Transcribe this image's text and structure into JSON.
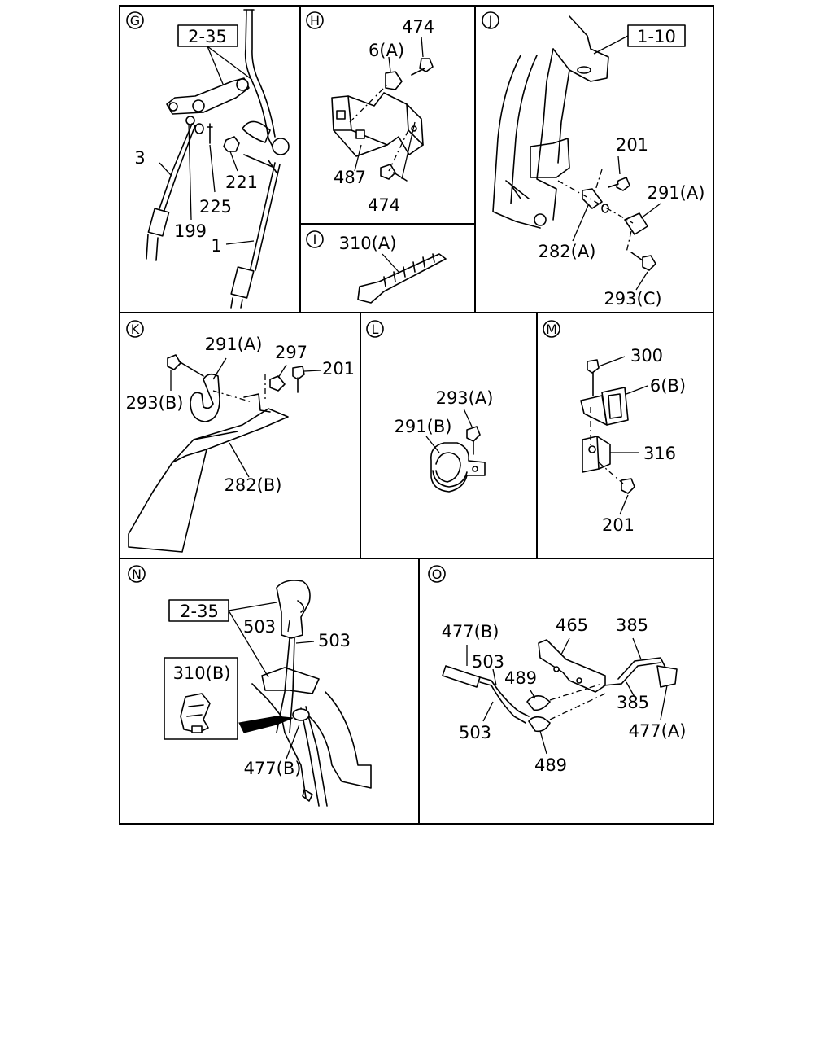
{
  "panels": {
    "G": {
      "letter": "G",
      "ref": "2-35",
      "labels": {
        "l3": "3",
        "l199": "199",
        "l225": "225",
        "l221": "221",
        "l1": "1"
      }
    },
    "H": {
      "letter": "H",
      "labels": {
        "l474a": "474",
        "l6a": "6(A)",
        "l487": "487",
        "l474b": "474"
      }
    },
    "I": {
      "letter": "I",
      "labels": {
        "l310a": "310(A)"
      }
    },
    "J": {
      "letter": "J",
      "ref": "1-10",
      "labels": {
        "l201": "201",
        "l291a": "291(A)",
        "l282a": "282(A)",
        "l293c": "293(C)"
      }
    },
    "K": {
      "letter": "K",
      "labels": {
        "l291a": "291(A)",
        "l297": "297",
        "l201": "201",
        "l293b": "293(B)",
        "l282b": "282(B)"
      }
    },
    "L": {
      "letter": "L",
      "labels": {
        "l293a": "293(A)",
        "l291b": "291(B)"
      }
    },
    "M": {
      "letter": "M",
      "labels": {
        "l300": "300",
        "l6b": "6(B)",
        "l316": "316",
        "l201": "201"
      }
    },
    "N": {
      "letter": "N",
      "ref": "2-35",
      "inset": "310(B)",
      "labels": {
        "l503a": "503",
        "l503b": "503",
        "l477b": "477(B)"
      }
    },
    "O": {
      "letter": "O",
      "labels": {
        "l477b": "477(B)",
        "l465": "465",
        "l385a": "385",
        "l503a": "503",
        "l489a": "489",
        "l385b": "385",
        "l503b": "503",
        "l477a": "477(A)",
        "l489b": "489"
      }
    }
  }
}
